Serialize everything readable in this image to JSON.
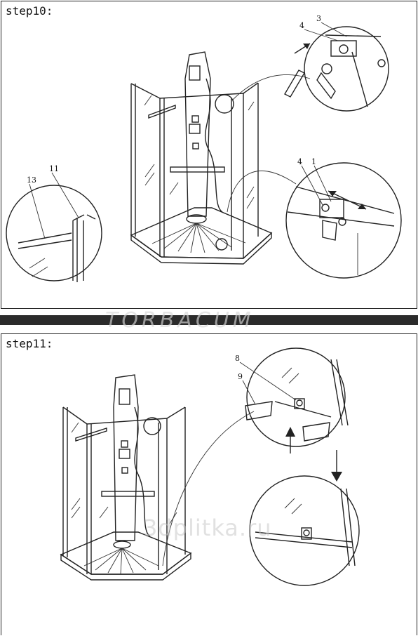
{
  "steps": [
    {
      "label": "step10:",
      "callouts": [
        "4",
        "3",
        "4",
        "1",
        "13",
        "11"
      ]
    },
    {
      "label": "step11:",
      "callouts": [
        "8",
        "9"
      ]
    }
  ],
  "watermarks": {
    "top": "TORBACUM",
    "middle": "3dplitka.ru"
  }
}
